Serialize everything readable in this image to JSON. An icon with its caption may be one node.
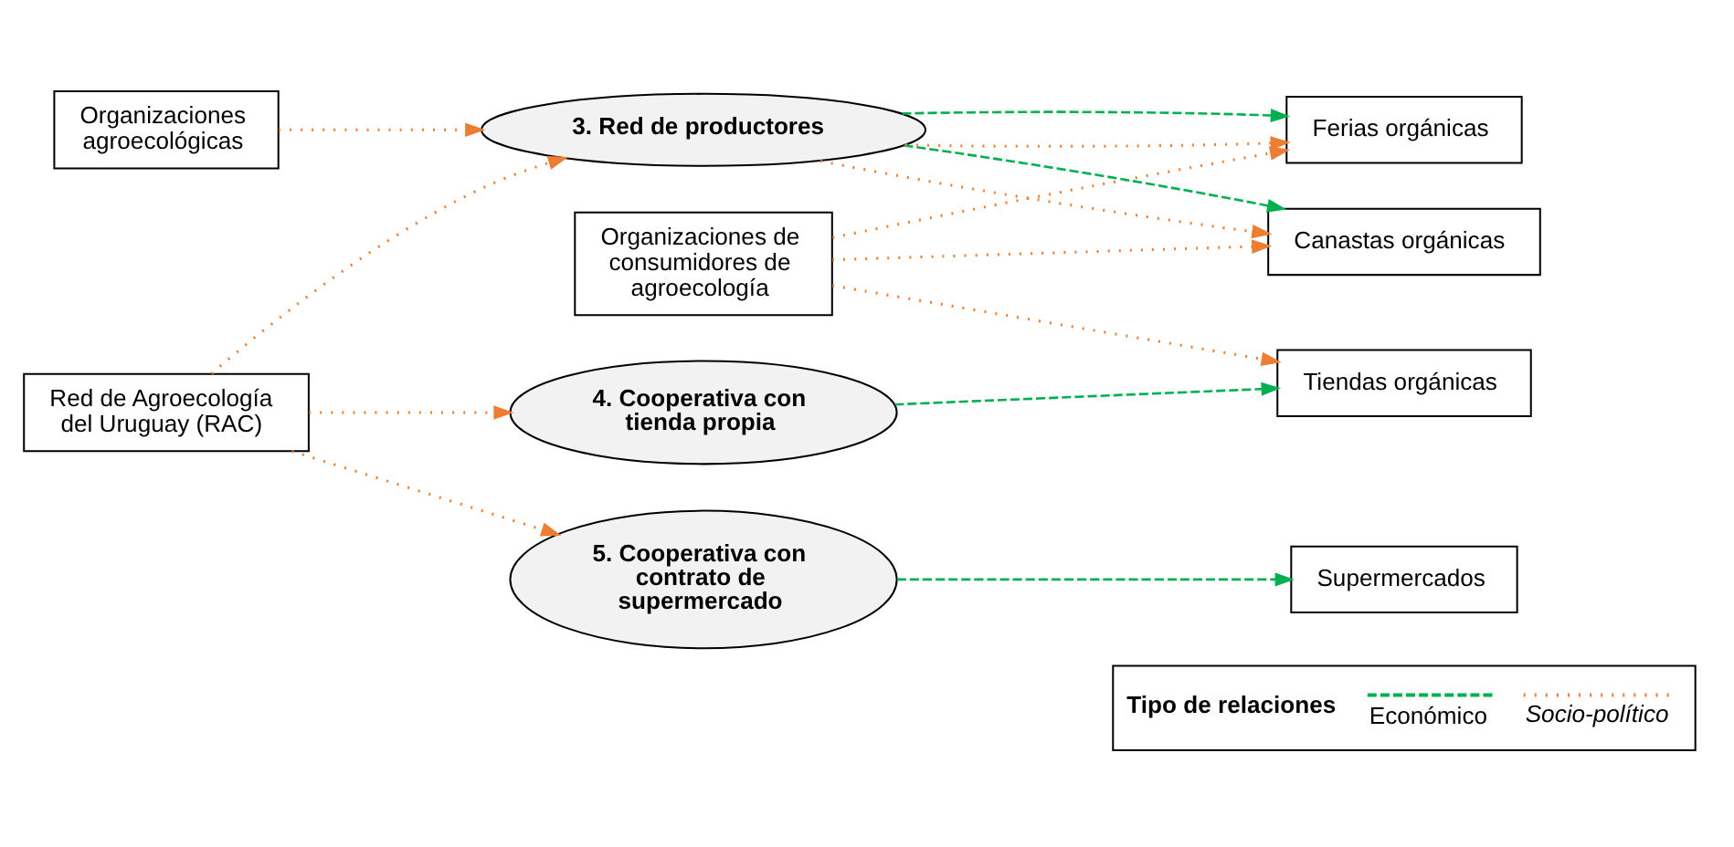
{
  "diagram": {
    "nodes": [
      {
        "text": [
          "Red de Agroecología del Uruguay (RAC)"
        ]
      },
      {
        "text": [
          "Organizaciones agroecológicas"
        ]
      },
      {
        "text": [
          "Organizaciones de consumidores de agroecología"
        ]
      },
      {
        "text": [
          "3. Red de productores"
        ]
      },
      {
        "text": [
          "4. Cooperativa con tienda propia"
        ]
      },
      {
        "text": [
          "5. Cooperativa con contrato de supermercado"
        ]
      },
      {
        "text": [
          "Canastas orgánicas"
        ]
      },
      {
        "text": [
          "Ferias orgánicas"
        ]
      },
      {
        "text": [
          "Tiendas orgánicas"
        ]
      },
      {
        "text": [
          "Supermercados"
        ]
      }
    ],
    "edges": [
      {
        "from": 0,
        "to": 3,
        "arrow": "to"
      },
      {
        "from": 1,
        "to": 3,
        "arrow": "to"
      },
      {
        "from": 0,
        "to": 4,
        "arrow": "to"
      },
      {
        "from": 0,
        "to": 5,
        "arrow": "to"
      },
      {
        "from": 3,
        "to": 6,
        "arrow": "to"
      },
      {
        "from": 3,
        "to": 6,
        "arrow": "to",
        "style": "dashed",
        "color": "#00b050"
      },
      {
        "from": 3,
        "to": 7,
        "arrow": "to"
      },
      {
        "from": 3,
        "to": 7,
        "arrow": "to",
        "style": "dashed",
        "color": "#00b050"
      },
      {
        "from": 4,
        "to": 8,
        "arrow": "to",
        "style": "dashed",
        "color": "#00b050"
      },
      {
        "from": 5,
        "to": 9,
        "arrow": "to",
        "style": "dashed",
        "color": "#00b050"
      },
      {
        "from": 2,
        "to": 6,
        "arrow": "to"
      },
      {
        "from": 2,
        "to": 7,
        "arrow": "to"
      },
      {
        "from": 2,
        "to": 8,
        "arrow": "to"
      }
    ],
    "labels": [
      "Tipo de relaciones"
    ],
    "legend": [
      {
        "text": "Económico"
      },
      {
        "text": "Socio-político"
      }
    ]
  }
}
